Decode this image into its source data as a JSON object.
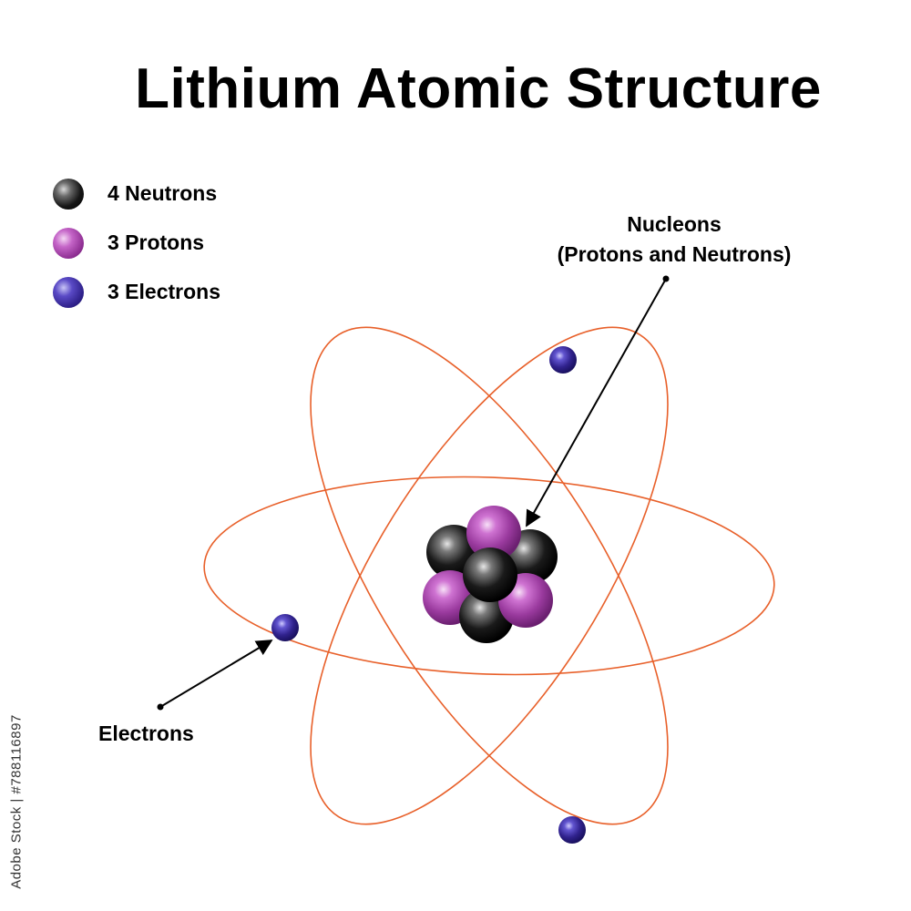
{
  "title": "Lithium Atomic Structure",
  "legend": [
    {
      "label": "4 Neutrons",
      "kind": "neutron"
    },
    {
      "label": "3 Protons",
      "kind": "proton"
    },
    {
      "label": "3 Electrons",
      "kind": "electron"
    }
  ],
  "callouts": {
    "nucleons_line1": "Nucleons",
    "nucleons_line2": "(Protons and Neutrons)",
    "electrons": "Electrons"
  },
  "watermark": "Adobe Stock | #788116897",
  "colors": {
    "orbit": "#e8602a",
    "neutron": "#111111",
    "proton": "#b04bb4",
    "electron": "#2e2089",
    "arrow": "#000000"
  }
}
